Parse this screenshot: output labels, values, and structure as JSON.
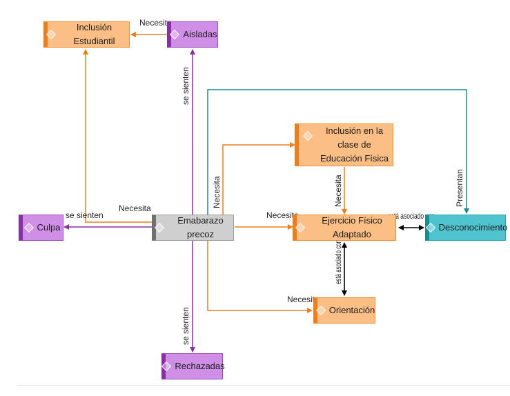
{
  "nodes": {
    "inclusion_estudiantil": "Inclusión Estudiantil",
    "aisladas": "Aisladas",
    "inclusion_clase_line1": "Inclusión en la clase de",
    "inclusion_clase_line2": "Educación Física",
    "culpa": "Culpa",
    "embarazo": "Emabarazo precoz",
    "ejercicio": "Ejercicio Físico Adaptado",
    "desconocimiento": "Desconocimiento",
    "orientacion": "Orientación",
    "rechazadas": "Rechazadas"
  },
  "links": {
    "necesita": "Necesita",
    "se_sienten": "se sienten",
    "presentan": "Presentan",
    "asociado": "está asociado con"
  },
  "colors": {
    "orange": "#f07d18",
    "purple": "#8a2ea8",
    "teal": "#168c96",
    "black": "#000000"
  }
}
